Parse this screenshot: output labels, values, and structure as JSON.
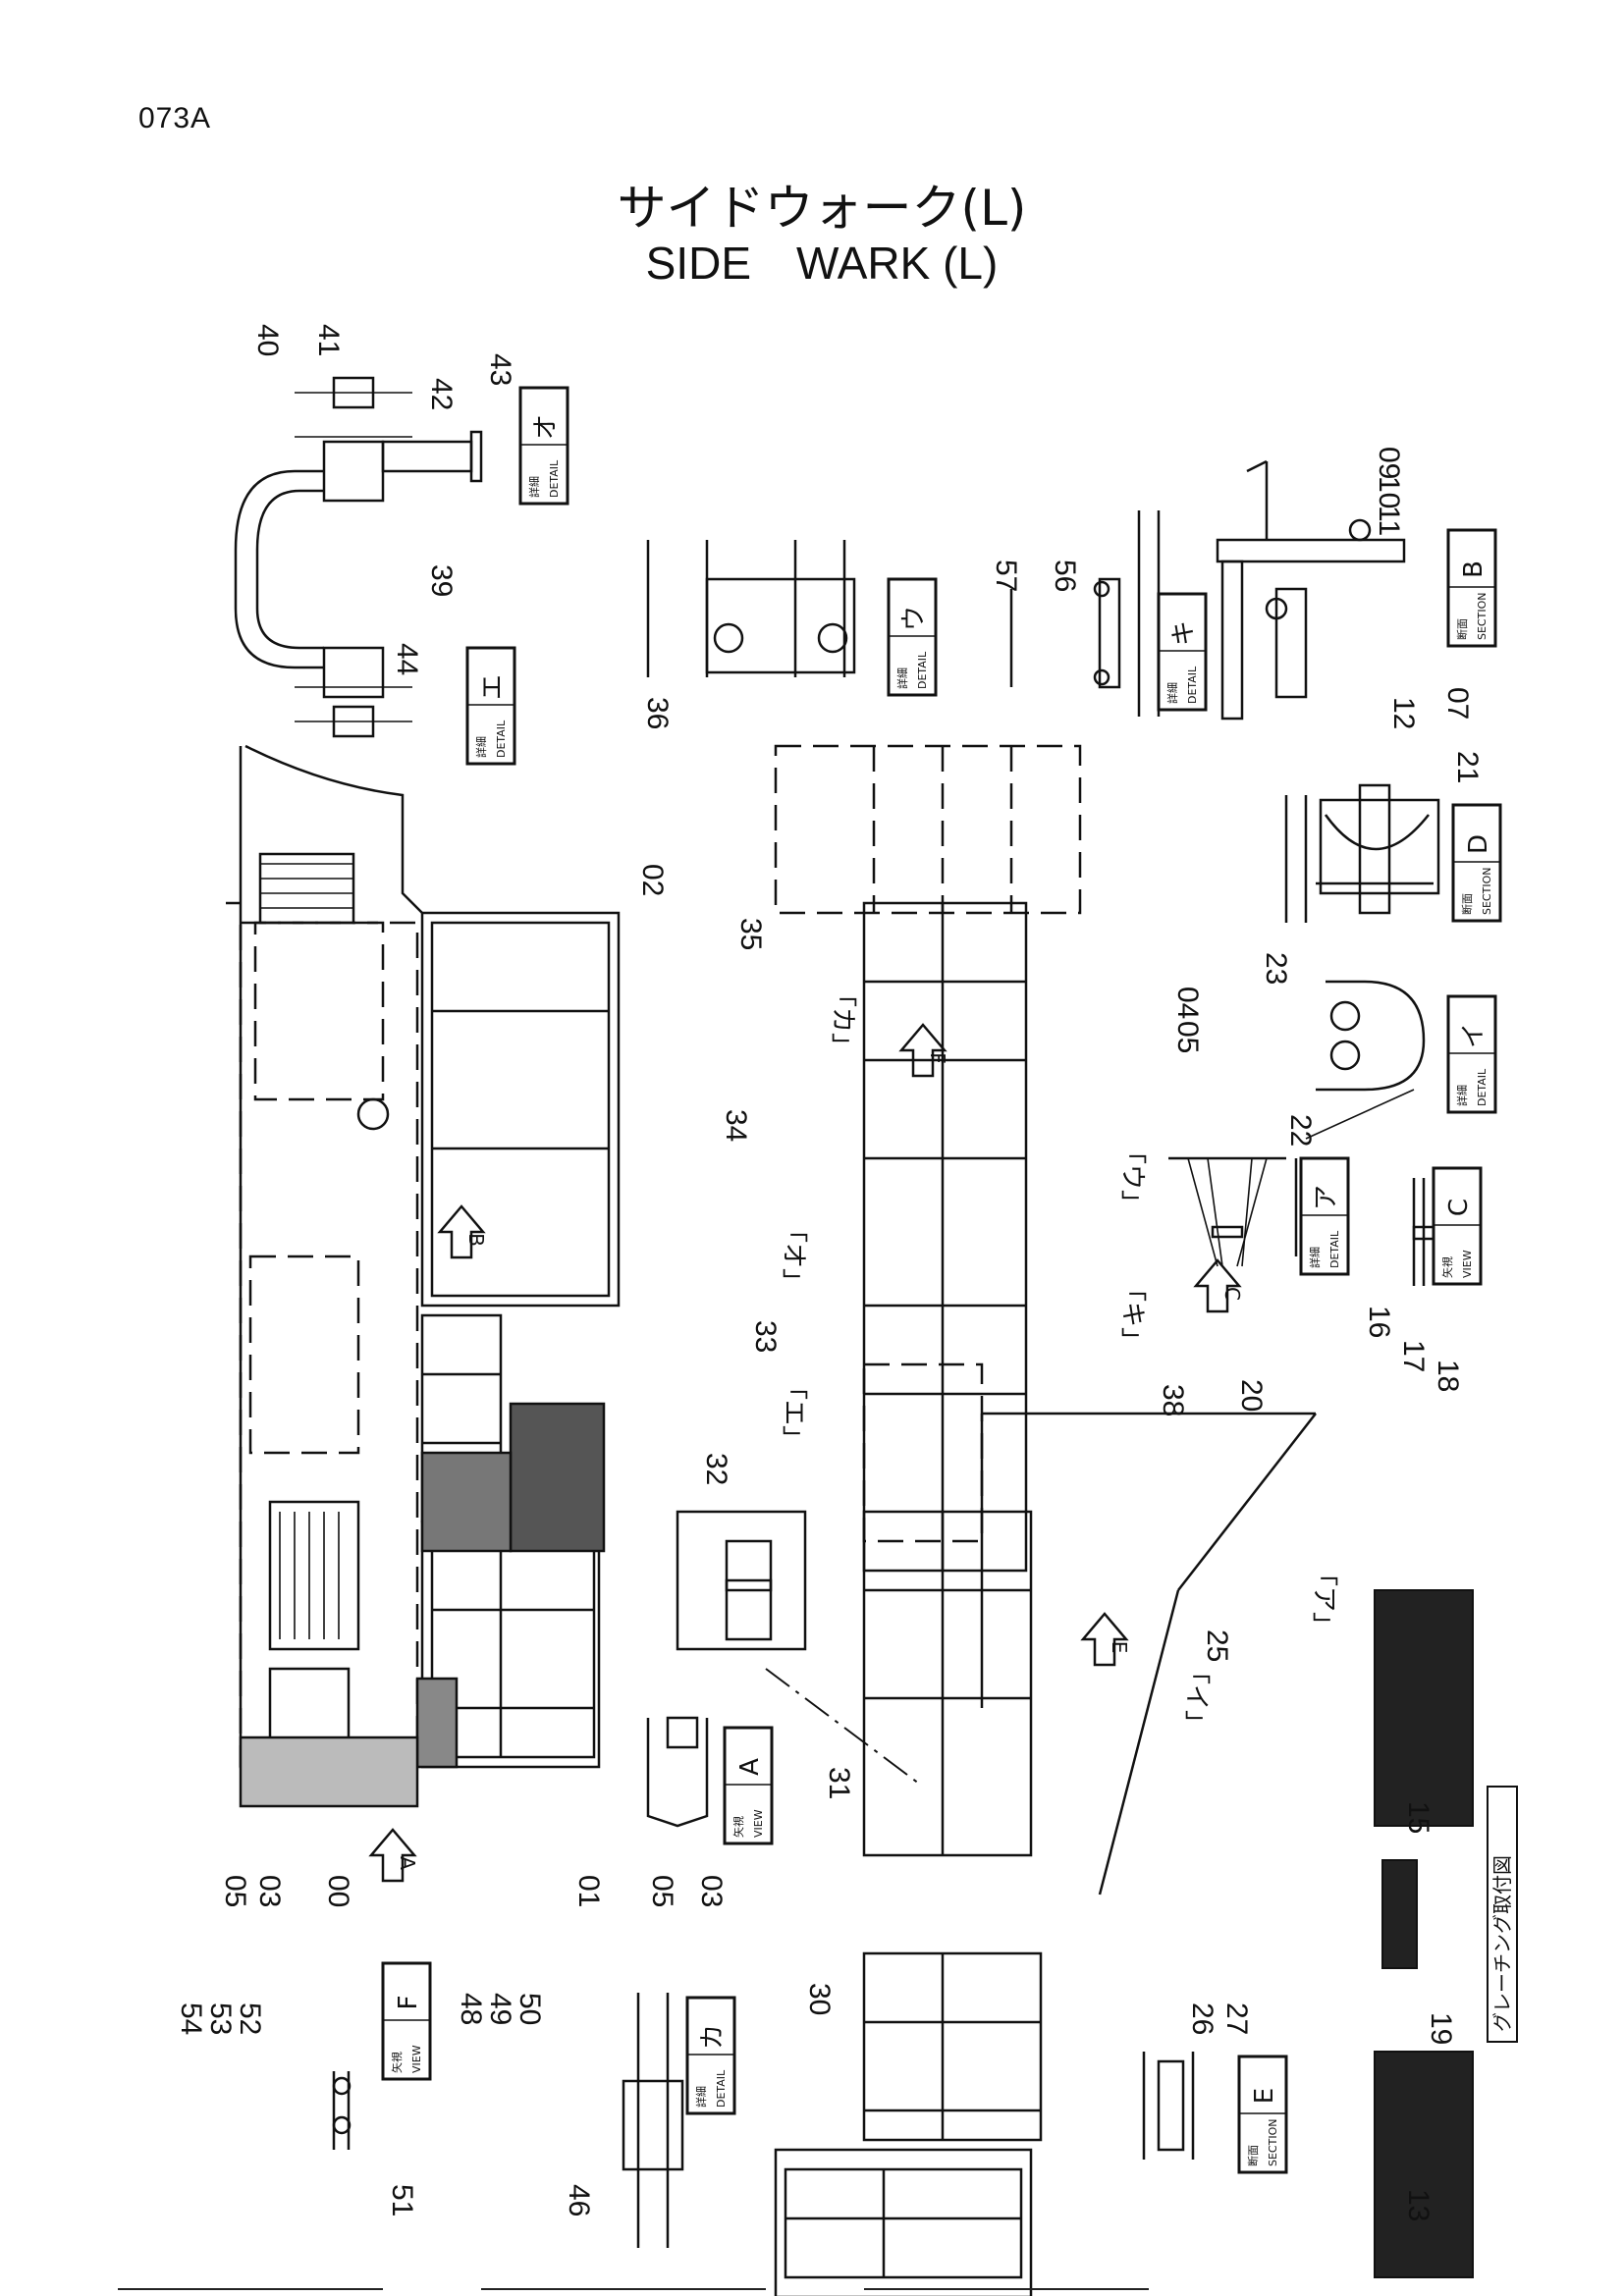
{
  "page": {
    "code": "073A",
    "title_jp": "サイドウォーク(L)",
    "title_en": "SIDE　WARK (L)"
  },
  "detail_tags": [
    {
      "id": "detail-o",
      "kind": "DETAIL",
      "jp": "詳細",
      "letter": "オ"
    },
    {
      "id": "detail-e",
      "kind": "DETAIL",
      "jp": "詳細",
      "letter": "エ"
    },
    {
      "id": "detail-u",
      "kind": "DETAIL",
      "jp": "詳細",
      "letter": "ウ"
    },
    {
      "id": "detail-ki",
      "kind": "DETAIL",
      "jp": "詳細",
      "letter": "キ"
    },
    {
      "id": "section-b",
      "kind": "SECTION",
      "jp": "断面",
      "letter": "B"
    },
    {
      "id": "section-d",
      "kind": "SECTION",
      "jp": "断面",
      "letter": "D"
    },
    {
      "id": "detail-i",
      "kind": "DETAIL",
      "jp": "詳細",
      "letter": "イ"
    },
    {
      "id": "detail-a",
      "kind": "DETAIL",
      "jp": "詳細",
      "letter": "ア"
    },
    {
      "id": "view-c",
      "kind": "VIEW",
      "jp": "矢視",
      "letter": "C"
    },
    {
      "id": "view-a",
      "kind": "VIEW",
      "jp": "矢視",
      "letter": "A"
    },
    {
      "id": "view-f",
      "kind": "VIEW",
      "jp": "矢視",
      "letter": "F"
    },
    {
      "id": "detail-ka",
      "kind": "DETAIL",
      "jp": "詳細",
      "letter": "カ"
    },
    {
      "id": "section-e",
      "kind": "SECTION",
      "jp": "断面",
      "letter": "E"
    }
  ],
  "callouts": [
    "「カ」",
    "「ウ」",
    "「オ」",
    "「キ」",
    "「エ」",
    "「ア」",
    "「イ」"
  ],
  "arrow_views": [
    "A",
    "B",
    "C",
    "E",
    "F"
  ],
  "part_numbers": [
    "40",
    "41",
    "42",
    "43",
    "39",
    "44",
    "36",
    "57",
    "56",
    "09",
    "10",
    "11",
    "07",
    "12",
    "02",
    "35",
    "21",
    "23",
    "04",
    "05",
    "34",
    "22",
    "33",
    "16",
    "17",
    "18",
    "38",
    "20",
    "32",
    "25",
    "31",
    "05",
    "03",
    "00",
    "01",
    "05",
    "03",
    "15",
    "19",
    "13",
    "54",
    "53",
    "52",
    "51",
    "48",
    "49",
    "50",
    "46",
    "30",
    "26",
    "27"
  ],
  "grating_caption": "グレーチング取付図"
}
